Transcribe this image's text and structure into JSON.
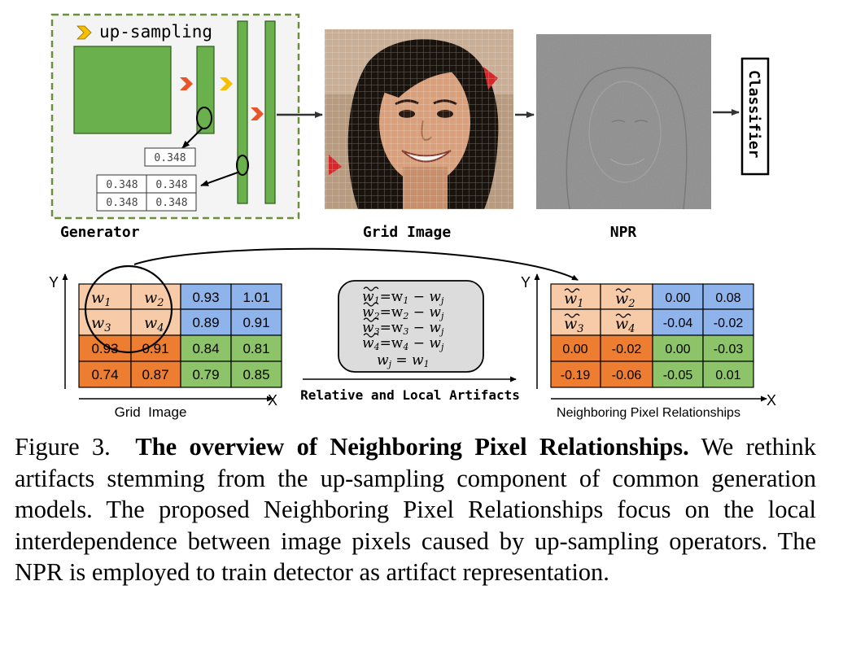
{
  "top": {
    "upsampling_label": "up-sampling",
    "generator_label": "Generator",
    "grid_image_label": "Grid Image",
    "npr_label": "NPR",
    "classifier_label": "Classifier",
    "single_value": "0.348",
    "grid_values": [
      "0.348",
      "0.348",
      "0.348",
      "0.348"
    ]
  },
  "left_grid": {
    "w_labels": [
      "w",
      "w",
      "w",
      "w"
    ],
    "w_subs": [
      "1",
      "2",
      "3",
      "4"
    ],
    "blue_values": [
      "0.93",
      "1.01",
      "0.89",
      "0.91"
    ],
    "orange_values": [
      "0.93",
      "0.91",
      "0.74",
      "0.87"
    ],
    "green_values": [
      "0.84",
      "0.81",
      "0.79",
      "0.85"
    ],
    "axis_y": "Y",
    "axis_x": "X",
    "label": "Grid  Image"
  },
  "formula": {
    "lines": [
      {
        "lhs": "w",
        "sub": "1",
        "mid": "=w",
        "sub2": "1",
        "rest": " − w",
        "subj": "j"
      },
      {
        "lhs": "w",
        "sub": "2",
        "mid": "=w",
        "sub2": "2",
        "rest": " − w",
        "subj": "j"
      },
      {
        "lhs": "w",
        "sub": "3",
        "mid": "=w",
        "sub2": "3",
        "rest": " − w",
        "subj": "j"
      },
      {
        "lhs": "w",
        "sub": "4",
        "mid": "=w",
        "sub2": "4",
        "rest": " − w",
        "subj": "j"
      }
    ],
    "last_line": {
      "a": "w",
      "asub": "j",
      "b": " = w",
      "bsub": "1"
    },
    "label": "Relative and Local Artifacts"
  },
  "right_grid": {
    "w_labels": [
      "w",
      "w",
      "w",
      "w"
    ],
    "w_subs": [
      "1",
      "2",
      "3",
      "4"
    ],
    "blue_values": [
      "0.00",
      "0.08",
      "-0.04",
      "-0.02"
    ],
    "orange_values": [
      "0.00",
      "-0.02",
      "-0.19",
      "-0.06"
    ],
    "green_values": [
      "0.00",
      "-0.03",
      "-0.05",
      "0.01"
    ],
    "axis_y": "Y",
    "axis_x": "X",
    "label": "Neighboring Pixel Relationships"
  },
  "caption": {
    "prefix": "Figure 3.",
    "title": "The overview of Neighboring Pixel Relationships.",
    "body": "We rethink artifacts stemming from the up-sampling component of common generation models. The proposed Neighboring Pixel Relationships focus on the local interdependence between image pixels caused by up-sampling operators. The NPR is employed to train detector as artifact representation."
  },
  "colors": {
    "green": "#6ab04c",
    "peach": "#f8cba8",
    "orange": "#ed7d31",
    "blue": "#8fb4ec",
    "cellgreen": "#8dc46a",
    "chevron_orange": "#e8552a",
    "chevron_yellow": "#f5c000",
    "dash": "#6a8f3a",
    "npr_gray": "#8e8e8e"
  },
  "icons": [
    "chevron-right-icon",
    "arrow-right-icon",
    "face-photo"
  ]
}
